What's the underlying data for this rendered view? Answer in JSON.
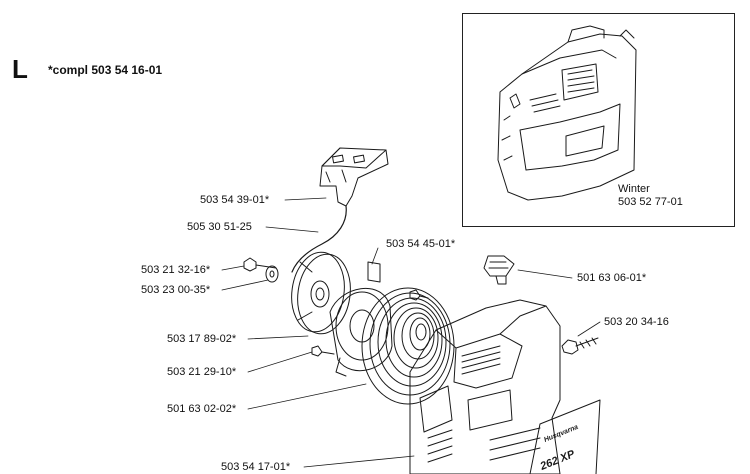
{
  "section": {
    "letter": "L",
    "assembly": "*compl 503 54 16-01"
  },
  "inset": {
    "variant": "Winter",
    "part_number": "503 52 77-01"
  },
  "parts": [
    {
      "id": "p1",
      "label": "503 54 39-01*"
    },
    {
      "id": "p2",
      "label": "505 30 51-25"
    },
    {
      "id": "p3",
      "label": "503 54 45-01*"
    },
    {
      "id": "p4",
      "label": "503 21 32-16*"
    },
    {
      "id": "p5",
      "label": "503 23 00-35*"
    },
    {
      "id": "p6",
      "label": "501 63 06-01*"
    },
    {
      "id": "p7",
      "label": "503 20 34-16"
    },
    {
      "id": "p8",
      "label": "503 17 89-02*"
    },
    {
      "id": "p9",
      "label": "503 21 29-10*"
    },
    {
      "id": "p10",
      "label": "501 63 02-02*"
    },
    {
      "id": "p11",
      "label": "503 54 17-01*"
    }
  ],
  "decal_text": {
    "brand": "Husqvarna",
    "model": "262 XP"
  },
  "colors": {
    "line": "#1a1a1a",
    "background": "#ffffff"
  }
}
